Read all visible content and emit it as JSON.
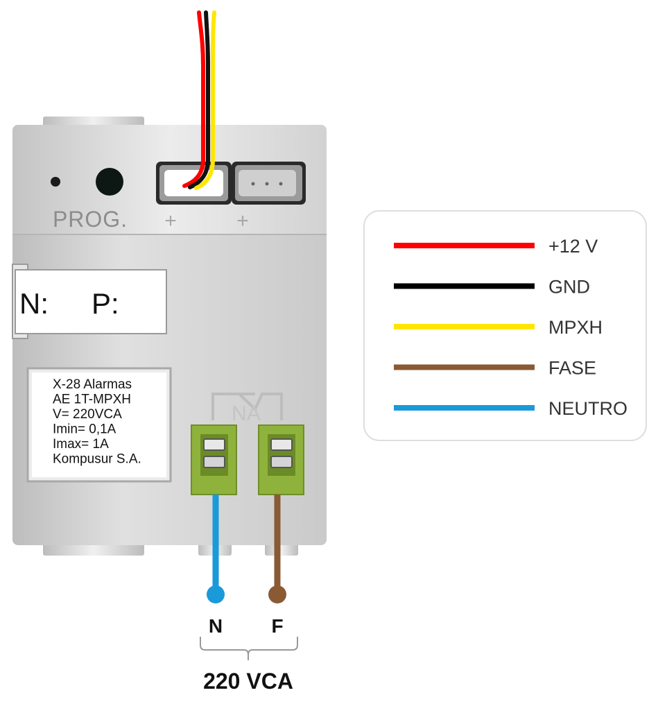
{
  "device": {
    "prog_label": "PROG.",
    "port1_plus": "+",
    "port2_plus": "+",
    "n_label": "N:",
    "p_label": "P:",
    "na_label": "NA",
    "specs": [
      "X-28 Alarmas",
      "AE 1T-MPXH",
      "V= 220VCA",
      "Imin= 0,1A",
      "Imax= 1A",
      "Kompusur S.A."
    ]
  },
  "terminals": {
    "left_label": "N",
    "right_label": "F",
    "supply_label": "220 VCA"
  },
  "legend": {
    "items": [
      {
        "label": "+12 V",
        "color": "#ff0000"
      },
      {
        "label": "GND",
        "color": "#000000"
      },
      {
        "label": "MPXH",
        "color": "#ffe600"
      },
      {
        "label": "FASE",
        "color": "#8a5a35"
      },
      {
        "label": "NEUTRO",
        "color": "#1a9ad8"
      }
    ]
  },
  "colors": {
    "neutral_wire": "#1a9ad8",
    "phase_wire": "#8a5a35",
    "terminal_green": "#8fb23c",
    "panel_gray": "#cfcfcf"
  }
}
